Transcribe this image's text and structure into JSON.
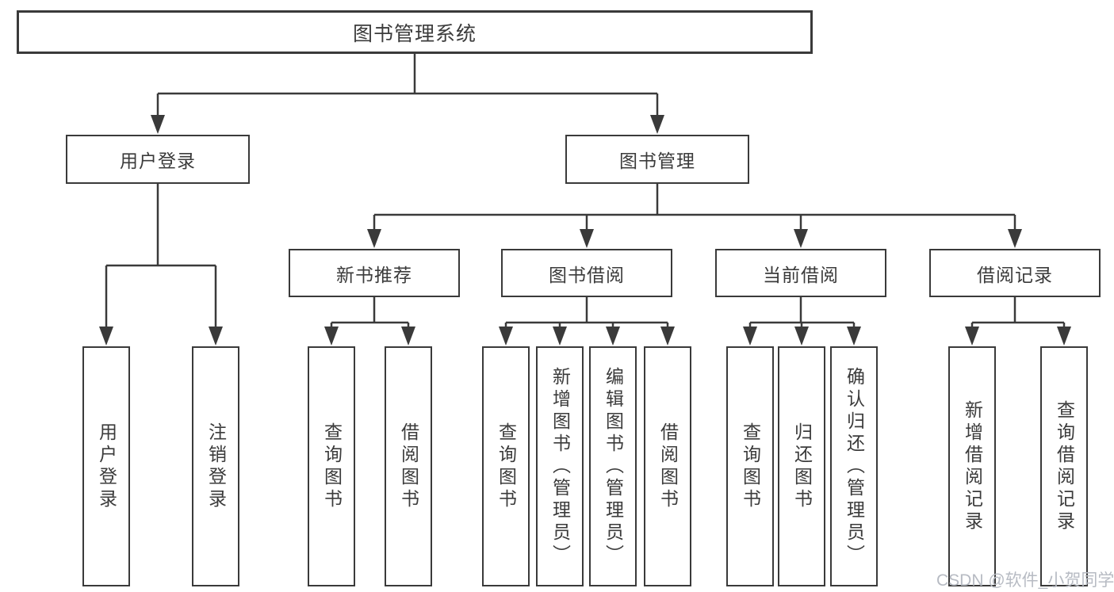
{
  "diagram": {
    "title": "图书管理系统",
    "nodes": {
      "root": "图书管理系统",
      "login": "用户登录",
      "book_management": "图书管理",
      "new_book_recommend": "新书推荐",
      "book_borrow": "图书借阅",
      "current_borrow": "当前借阅",
      "borrow_records": "借阅记录"
    },
    "leaves": {
      "user_login": "用户登录",
      "logout": "注销登录",
      "nb_query_books": "查询图书",
      "nb_borrow_books": "借阅图书",
      "bb_query_books": "查询图书",
      "bb_add_books": "新增图书（管理员）",
      "bb_edit_books": "编辑图书（管理员）",
      "bb_borrow_books": "借阅图书",
      "cb_query_books": "查询图书",
      "cb_return_books": "归还图书",
      "cb_confirm_return": "确认归还（管理员）",
      "br_add_record": "新增借阅记录",
      "br_query_record": "查询借阅记录"
    }
  },
  "watermark": {
    "text": "CSDN @软件_小贺同学"
  },
  "colors": {
    "line": "#3a3a3a",
    "text": "#3b3b3b",
    "watermark": "#b7bbc3",
    "background": "#ffffff"
  }
}
